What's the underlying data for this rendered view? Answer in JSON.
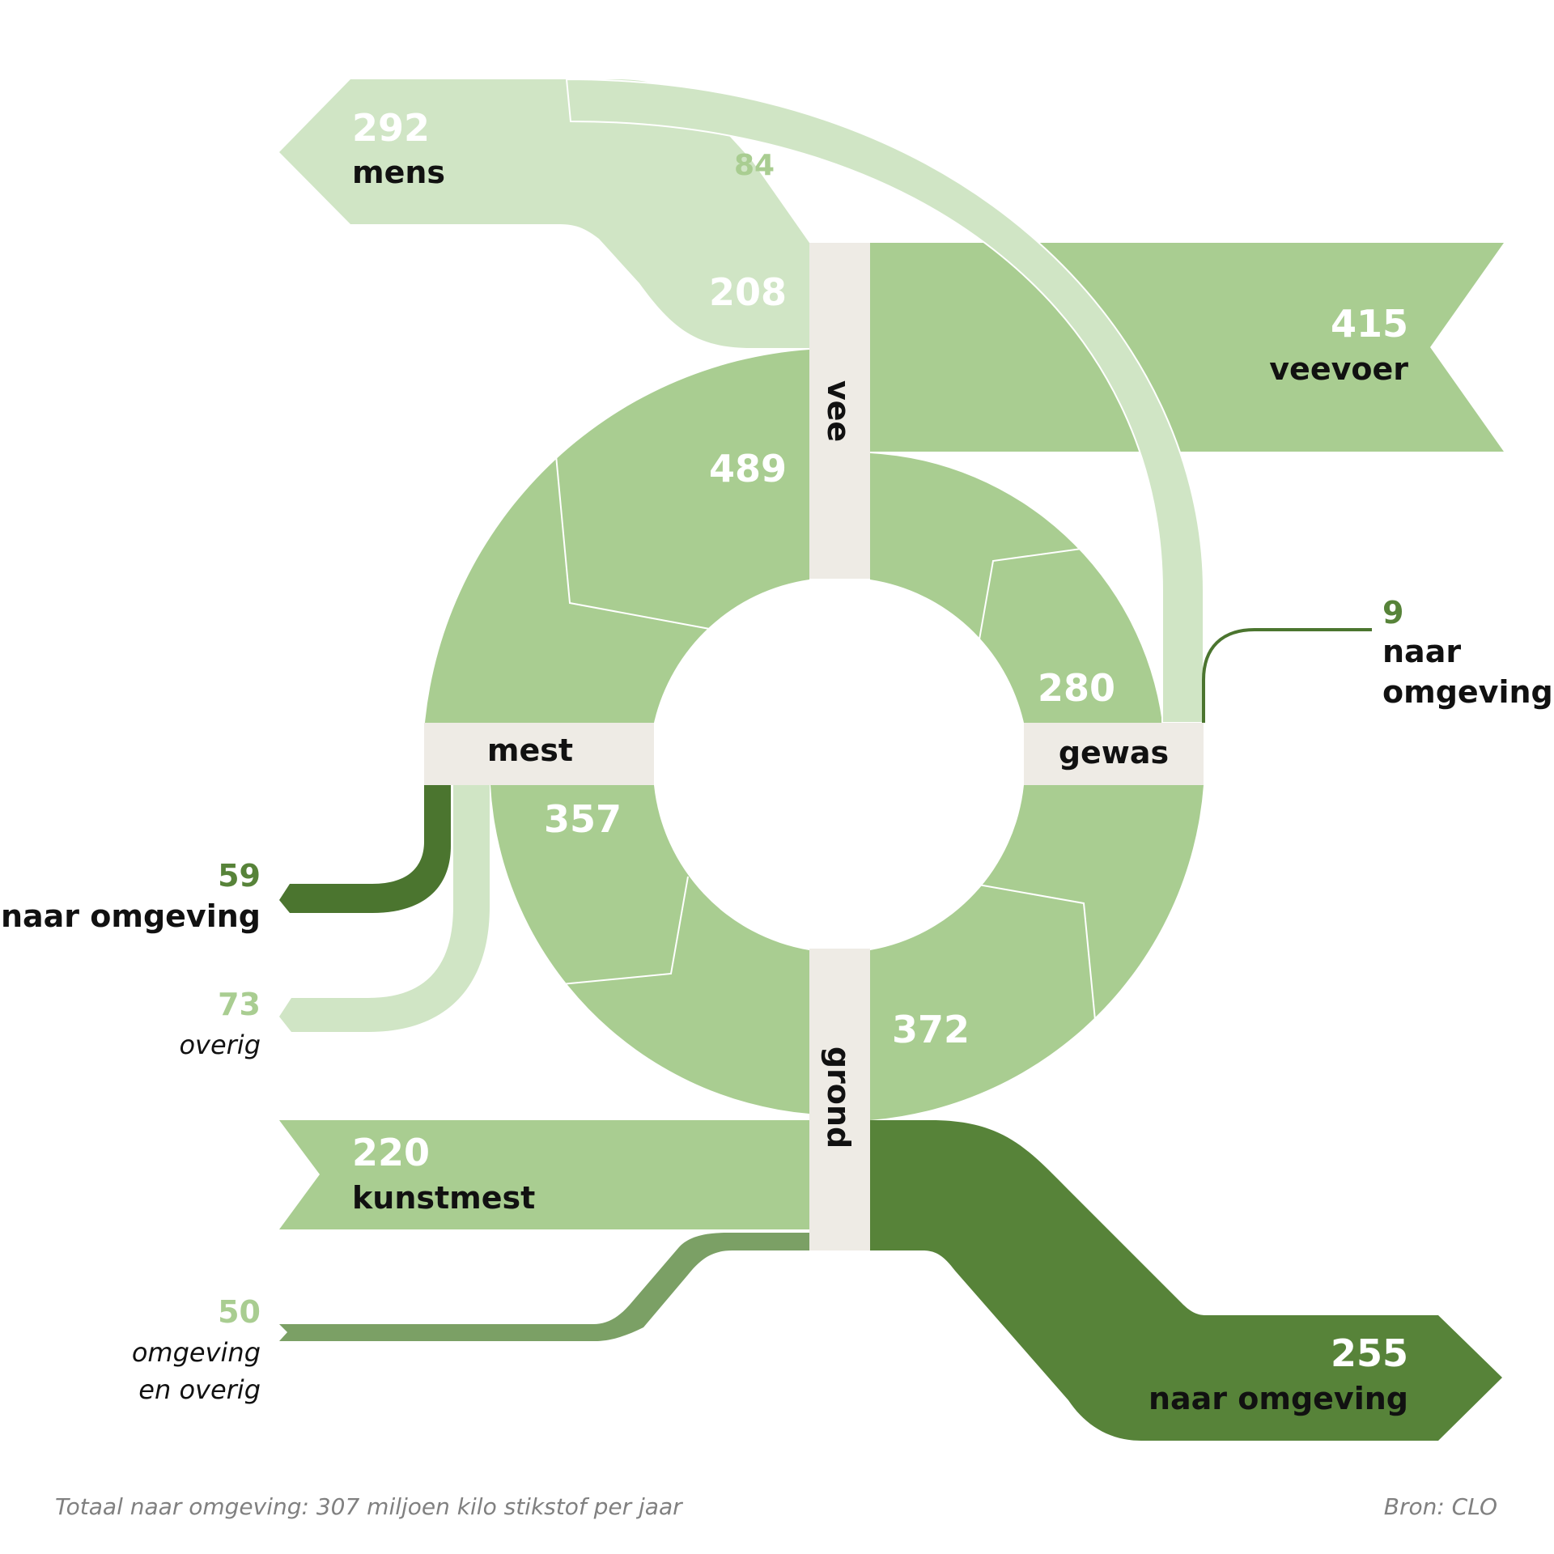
{
  "colors": {
    "ring": "#a9cd91",
    "light": "#d0e5c5",
    "dark": "#4b752f",
    "darkest": "#578339",
    "mid": "#7ba065",
    "node": "#eeebe5",
    "label_light": "#a9cd91",
    "label_dark": "#578339"
  },
  "chart_data": {
    "type": "sankey",
    "title": "",
    "unit": "miljoen kilo stikstof per jaar",
    "nodes": [
      "vee",
      "gewas",
      "mest",
      "grond"
    ],
    "flows": [
      {
        "from": "vee",
        "to": "mens",
        "value": 292,
        "label": "mens"
      },
      {
        "from": "vee",
        "to": "mens (via vee)",
        "value": 208
      },
      {
        "from": "gewas",
        "to": "mens",
        "value": 84
      },
      {
        "from": "veevoer",
        "to": "vee",
        "value": 415,
        "label": "veevoer"
      },
      {
        "from": "vee",
        "to": "mest",
        "value": 489
      },
      {
        "from": "gewas",
        "to": "vee",
        "value": 280
      },
      {
        "from": "gewas",
        "to": "naar omgeving",
        "value": 9,
        "label": "naar omgeving"
      },
      {
        "from": "mest",
        "to": "grond",
        "value": 357
      },
      {
        "from": "mest",
        "to": "naar omgeving",
        "value": 59,
        "label": "naar omgeving"
      },
      {
        "from": "mest",
        "to": "overig",
        "value": 73,
        "label": "overig"
      },
      {
        "from": "grond",
        "to": "gewas",
        "value": 372
      },
      {
        "from": "kunstmest",
        "to": "grond",
        "value": 220,
        "label": "kunstmest"
      },
      {
        "from": "omgeving en overig",
        "to": "grond",
        "value": 50,
        "label": "omgeving en overig"
      },
      {
        "from": "grond",
        "to": "naar omgeving",
        "value": 255,
        "label": "naar omgeving"
      }
    ]
  },
  "nodes": {
    "vee": "vee",
    "gewas": "gewas",
    "mest": "mest",
    "grond": "grond"
  },
  "flows": {
    "mens": {
      "value": "292",
      "label": "mens"
    },
    "vee_mens": {
      "value": "208"
    },
    "gewas_mens": {
      "value": "84"
    },
    "veevoer": {
      "value": "415",
      "label": "veevoer"
    },
    "vee_mest": {
      "value": "489"
    },
    "gewas_vee": {
      "value": "280"
    },
    "gewas_omgeving": {
      "value": "9",
      "label_line1": "naar",
      "label_line2": "omgeving"
    },
    "mest_grond": {
      "value": "357"
    },
    "mest_omgeving": {
      "value": "59",
      "label": "naar omgeving"
    },
    "mest_overig": {
      "value": "73",
      "label": "overig"
    },
    "grond_gewas": {
      "value": "372"
    },
    "kunstmest": {
      "value": "220",
      "label": "kunstmest"
    },
    "omgeving_overig": {
      "value": "50",
      "label_line1": "omgeving",
      "label_line2": "en overig"
    },
    "grond_omgeving": {
      "value": "255",
      "label": "naar omgeving"
    }
  },
  "footer": {
    "total": "Totaal naar omgeving: 307 miljoen kilo stikstof per jaar",
    "source": "Bron: CLO"
  }
}
